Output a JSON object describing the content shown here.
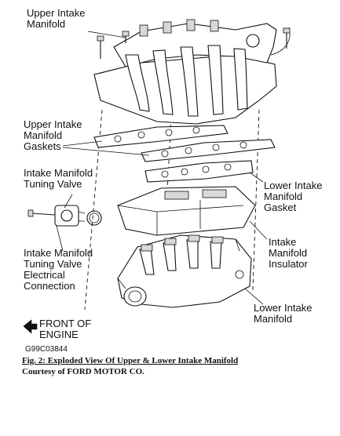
{
  "labels": {
    "upper_manifold": "Upper Intake\nManifold",
    "upper_gaskets": "Upper Intake\nManifold\nGaskets",
    "tuning_valve": "Intake Manifold\nTuning Valve",
    "tuning_valve_conn": "Intake Manifold\nTuning Valve\nElectrical\nConnection",
    "lower_gasket": "Lower Intake\nManifold\nGasket",
    "insulator": "Intake\nManifold\nInsulator",
    "lower_manifold": "Lower Intake\nManifold",
    "front_of_engine": "FRONT OF\nENGINE"
  },
  "figure_code": "G99C03844",
  "caption": {
    "fig_label": "Fig. 2: Exploded View Of Upper & Lower Intake Manifold",
    "courtesy": "Courtesy of FORD MOTOR CO."
  },
  "icons": {
    "front_arrow": "arrow-left-icon"
  }
}
